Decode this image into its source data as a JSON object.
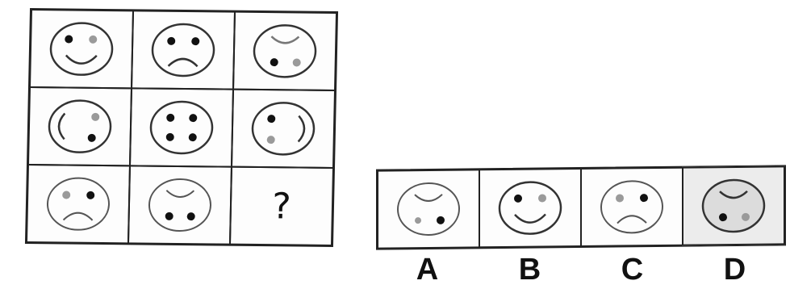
{
  "puzzle": {
    "question_mark": "?",
    "cells": [
      {
        "left_eye": "black",
        "right_eye": "gray",
        "eyes_pos": "top",
        "mouth": "smile"
      },
      {
        "left_eye": "black",
        "right_eye": "black",
        "eyes_pos": "top",
        "mouth": "frown"
      },
      {
        "left_eye": "black",
        "right_eye": "gray",
        "eyes_pos": "bottom",
        "mouth": "frown-top"
      },
      {
        "left_eye": "none",
        "right_eye": "gray",
        "eyes_pos": "side",
        "mouth": "side-left",
        "extra_black": "bottom-right"
      },
      {
        "left_eye": "black",
        "right_eye": "black",
        "eyes_pos": "four",
        "mouth": "none"
      },
      {
        "left_eye": "black",
        "right_eye": "gray",
        "eyes_pos": "left",
        "mouth": "side-right"
      },
      {
        "left_eye": "gray",
        "right_eye": "black",
        "eyes_pos": "top",
        "mouth": "frown"
      },
      {
        "left_eye": "black",
        "right_eye": "black",
        "eyes_pos": "bottom",
        "mouth": "frown-top"
      },
      {
        "missing": true
      }
    ]
  },
  "options": [
    {
      "label": "A",
      "face": {
        "left_eye": "gray",
        "right_eye": "black",
        "eyes_pos": "bottom",
        "mouth": "frown-top"
      }
    },
    {
      "label": "B",
      "face": {
        "left_eye": "black",
        "right_eye": "gray",
        "eyes_pos": "top",
        "mouth": "smile"
      }
    },
    {
      "label": "C",
      "face": {
        "left_eye": "gray",
        "right_eye": "black",
        "eyes_pos": "top",
        "mouth": "frown"
      }
    },
    {
      "label": "D",
      "face": {
        "left_eye": "black",
        "right_eye": "gray",
        "eyes_pos": "bottom",
        "mouth": "frown-top"
      },
      "shaded": true
    }
  ],
  "colors": {
    "black_eye": "#111111",
    "gray_eye": "#9a9a9a",
    "outline": "#333333"
  }
}
